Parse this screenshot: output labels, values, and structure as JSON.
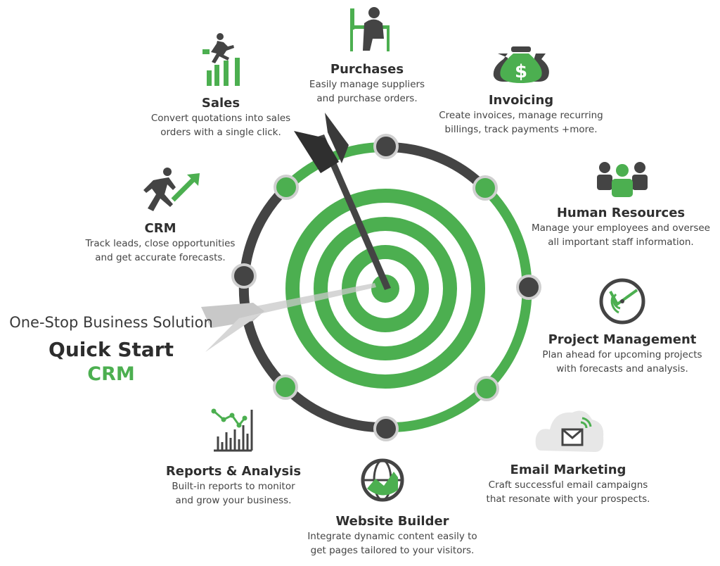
{
  "headline": {
    "tagline": "One-Stop Business Solution",
    "title": "Quick Start",
    "subtitle": "CRM"
  },
  "colors": {
    "green": "#4caf50",
    "dark": "#444444",
    "light_gray": "#cfcfcf"
  },
  "features": {
    "purchases": {
      "icon": "worker-at-desk-icon",
      "title": "Purchases",
      "lines": [
        "Easily manage suppliers",
        "and purchase orders."
      ]
    },
    "sales": {
      "icon": "climbing-sales-chart-icon",
      "title": "Sales",
      "lines": [
        "Convert quotations into sales",
        "orders with a single click."
      ]
    },
    "invoicing": {
      "icon": "money-bags-icon",
      "title": "Invoicing",
      "lines": [
        "Create invoices, manage recurring",
        "billings, track payments +more."
      ]
    },
    "crm": {
      "icon": "running-man-arrow-icon",
      "title": "CRM",
      "lines": [
        "Track leads, close opportunities",
        "and get accurate forecasts."
      ]
    },
    "hr": {
      "icon": "people-group-icon",
      "title": "Human Resources",
      "lines": [
        "Manage your employees and oversee",
        "all important staff information."
      ]
    },
    "project": {
      "icon": "clock-icon",
      "title": "Project Management",
      "lines": [
        "Plan ahead for upcoming projects",
        "with forecasts and analysis."
      ]
    },
    "email": {
      "icon": "cloud-envelope-icon",
      "title": "Email Marketing",
      "lines": [
        "Craft successful email campaigns",
        "that resonate with your prospects."
      ]
    },
    "reports": {
      "icon": "line-bar-chart-icon",
      "title": "Reports & Analysis",
      "lines": [
        "Built-in reports to monitor",
        "and grow your business."
      ]
    },
    "website": {
      "icon": "globe-icon",
      "title": "Website Builder",
      "lines": [
        "Integrate dynamic content easily to",
        "get pages tailored to your visitors."
      ]
    }
  }
}
